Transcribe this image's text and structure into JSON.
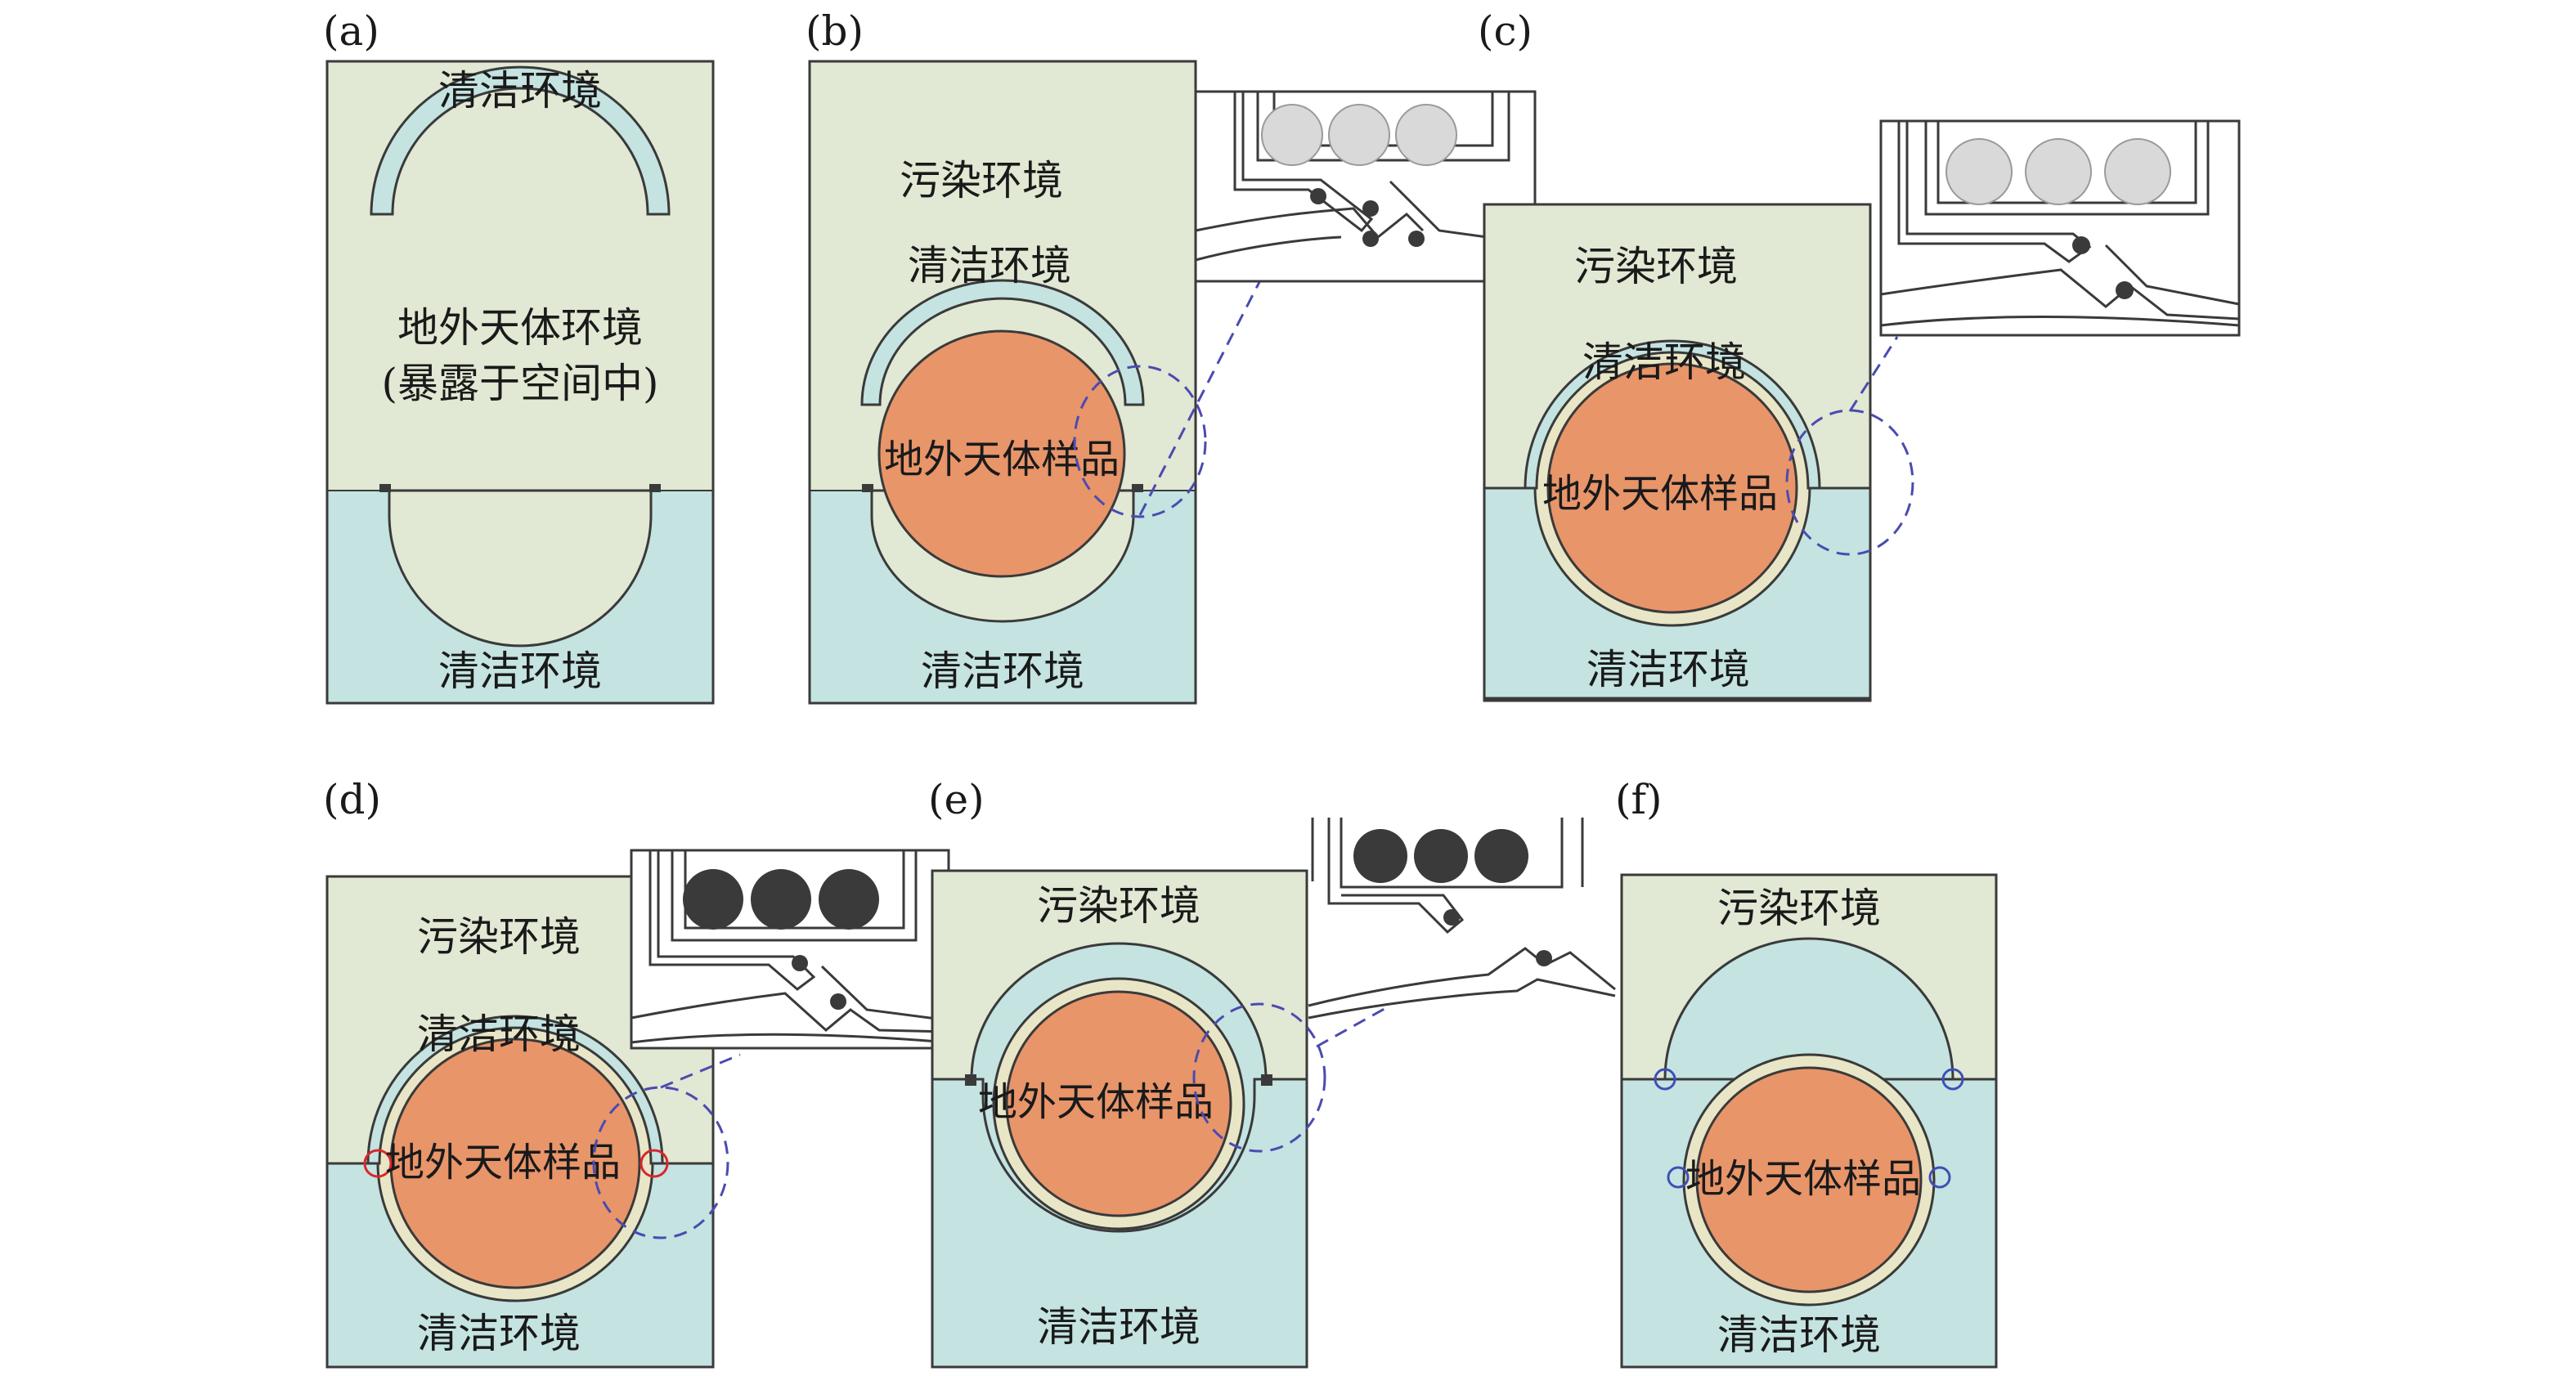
{
  "colors": {
    "clean_region": "#c4e3e1",
    "contaminated_region": "#e1e8d3",
    "sample": "#e8956a",
    "shell": "#c4e3e1",
    "outline": "#3a3a3a",
    "dash": "#4b4bb0",
    "seal_ball_light": "#d9d9d9",
    "seal_ball_dark": "#3a3a3a",
    "red_marker": "#d9262a",
    "blue_marker": "#3f4fb7"
  },
  "panels": {
    "a": {
      "letter": "(a)",
      "top_label": "清洁环境",
      "middle_label_line1": "地外天体环境",
      "middle_label_line2": "(暴露于空间中)",
      "bottom_label": "清洁环境"
    },
    "b": {
      "letter": "(b)",
      "top_label": "污染环境",
      "upper_label": "清洁环境",
      "sample_label": "地外天体样品",
      "bottom_label": "清洁环境"
    },
    "c": {
      "letter": "(c)",
      "top_label": "污染环境",
      "upper_label": "清洁环境",
      "sample_label": "地外天体样品",
      "bottom_label": "清洁环境"
    },
    "d": {
      "letter": "(d)",
      "top_label": "污染环境",
      "upper_label": "清洁环境",
      "sample_label": "地外天体样品",
      "bottom_label": "清洁环境"
    },
    "e": {
      "letter": "(e)",
      "top_label": "污染环境",
      "sample_label": "地外天体样品",
      "bottom_label": "清洁环境"
    },
    "f": {
      "letter": "(f)",
      "top_label": "污染环境",
      "sample_label": "地外天体样品",
      "bottom_label": "清洁环境"
    }
  }
}
